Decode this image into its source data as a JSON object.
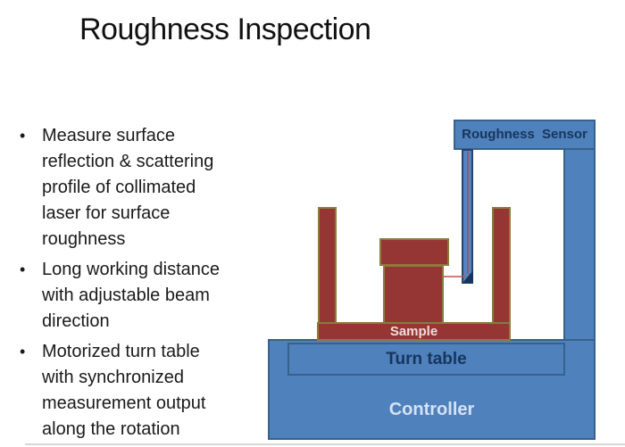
{
  "slide": {
    "title": "Roughness Inspection",
    "bullet_char": "•",
    "bullets": [
      "Measure surface\nreflection & scattering\nprofile of collimated\nlaser for surface\nroughness",
      "Long working distance\nwith adjustable beam\ndirection",
      "Motorized turn table\nwith synchronized\nmeasurement output\nalong the rotation"
    ]
  },
  "diagram": {
    "labels": {
      "sensor": "Roughness Sensor",
      "sample": "Sample",
      "turntable": "Turn table",
      "controller": "Controller"
    },
    "colors": {
      "blue_fill": "#4f81bd",
      "blue_border": "#38618c",
      "maroon_fill": "#963634",
      "olive_border": "#8a7b3e",
      "navy_label": "#17365d",
      "light_label": "#d6e2f3",
      "sample_label": "#f2dcdb",
      "laser_red": "#c0504d",
      "mirror_navy": "#17365d"
    }
  }
}
